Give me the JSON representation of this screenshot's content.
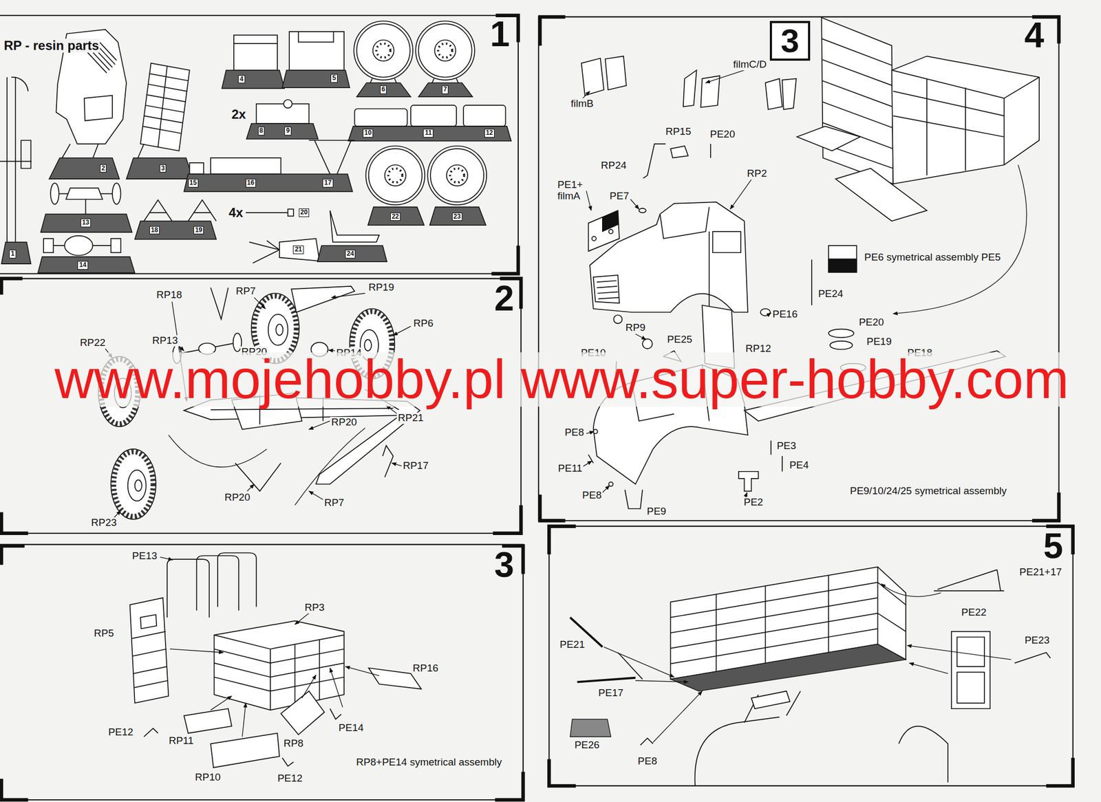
{
  "diagram": {
    "nodes": [
      {
        "text": [
          "1"
        ]
      },
      {
        "text": [
          "2"
        ]
      },
      {
        "text": [
          "3"
        ]
      },
      {
        "text": [
          "4"
        ]
      },
      {
        "text": [
          "5"
        ]
      },
      {
        "text": [
          "6"
        ]
      },
      {
        "text": [
          "7"
        ]
      },
      {
        "text": [
          "8"
        ]
      },
      {
        "text": [
          "9"
        ]
      },
      {
        "text": [
          "10"
        ]
      },
      {
        "text": [
          "11"
        ]
      },
      {
        "text": [
          "12"
        ]
      },
      {
        "text": [
          "13"
        ]
      },
      {
        "text": [
          "14"
        ]
      },
      {
        "text": [
          "15"
        ]
      },
      {
        "text": [
          "16"
        ]
      },
      {
        "text": [
          "17"
        ]
      },
      {
        "text": [
          "18"
        ]
      },
      {
        "text": [
          "19"
        ]
      },
      {
        "text": [
          "20"
        ]
      },
      {
        "text": [
          "21"
        ]
      },
      {
        "text": [
          "22"
        ]
      },
      {
        "text": [
          "23"
        ]
      },
      {
        "text": [
          "24"
        ]
      },
      {
        "text": [
          "3"
        ]
      }
    ],
    "labels": [
      "RP - resin parts",
      "1",
      "2x",
      "4x",
      "2",
      "RP18",
      "RP7",
      "RP19",
      "RP6",
      "RP22",
      "RP13",
      "RP20",
      "RP14",
      "RP21",
      "RP20",
      "RP17",
      "RP20",
      "RP7",
      "RP23",
      "3",
      "PE13",
      "RP3",
      "RP5",
      "RP16",
      "PE12",
      "RP11",
      "PE14",
      "RP8",
      "RP10",
      "PE12",
      "RP8+PE14 symetrical assembly",
      "4",
      "filmC/D",
      "filmB",
      "RP15",
      "PE20",
      "RP24",
      "RP2",
      "PE1+ filmA",
      "PE7",
      "PE6 symetrical assembly PE5",
      "PE24",
      "PE16",
      "PE20",
      "RP9",
      "PE25",
      "PE19",
      "RP12",
      "PE10",
      "PE18",
      "PE8",
      "PE3",
      "PE4",
      "PE11",
      "PE9/10/24/25 symetrical assembly",
      "PE8",
      "PE2",
      "PE9",
      "5",
      "PE21+17",
      "PE22",
      "PE23",
      "PE21",
      "PE17",
      "PE26",
      "PE8",
      "www.mojehobby.pl www.super-hobby.com"
    ]
  }
}
